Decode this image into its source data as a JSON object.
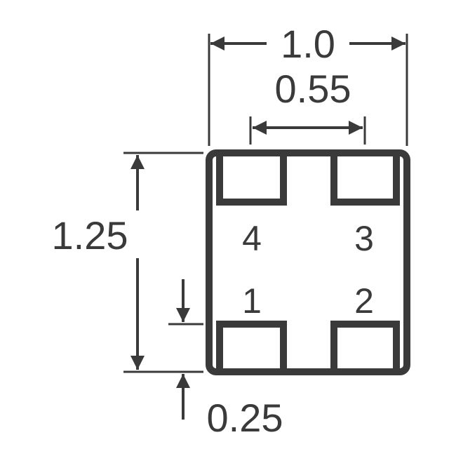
{
  "dimensions": {
    "width": "1.0",
    "pad_pitch": "0.55",
    "height": "1.25",
    "pad_height": "0.25"
  },
  "pins": {
    "p1": "1",
    "p2": "2",
    "p3": "3",
    "p4": "4"
  },
  "colors": {
    "line": "#3a3a3a",
    "background": "#ffffff"
  }
}
